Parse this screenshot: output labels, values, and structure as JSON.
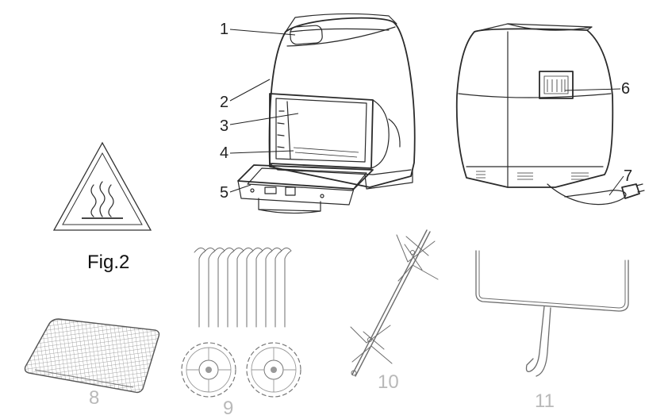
{
  "figure_label": "Fig.2",
  "callouts": [
    "1",
    "2",
    "3",
    "4",
    "5",
    "6",
    "7"
  ],
  "part_numbers": {
    "rack": "8",
    "skewers": "9",
    "rotisserie": "10",
    "handle": "11"
  },
  "icons": {
    "warning": "hot-surface-warning-icon"
  }
}
